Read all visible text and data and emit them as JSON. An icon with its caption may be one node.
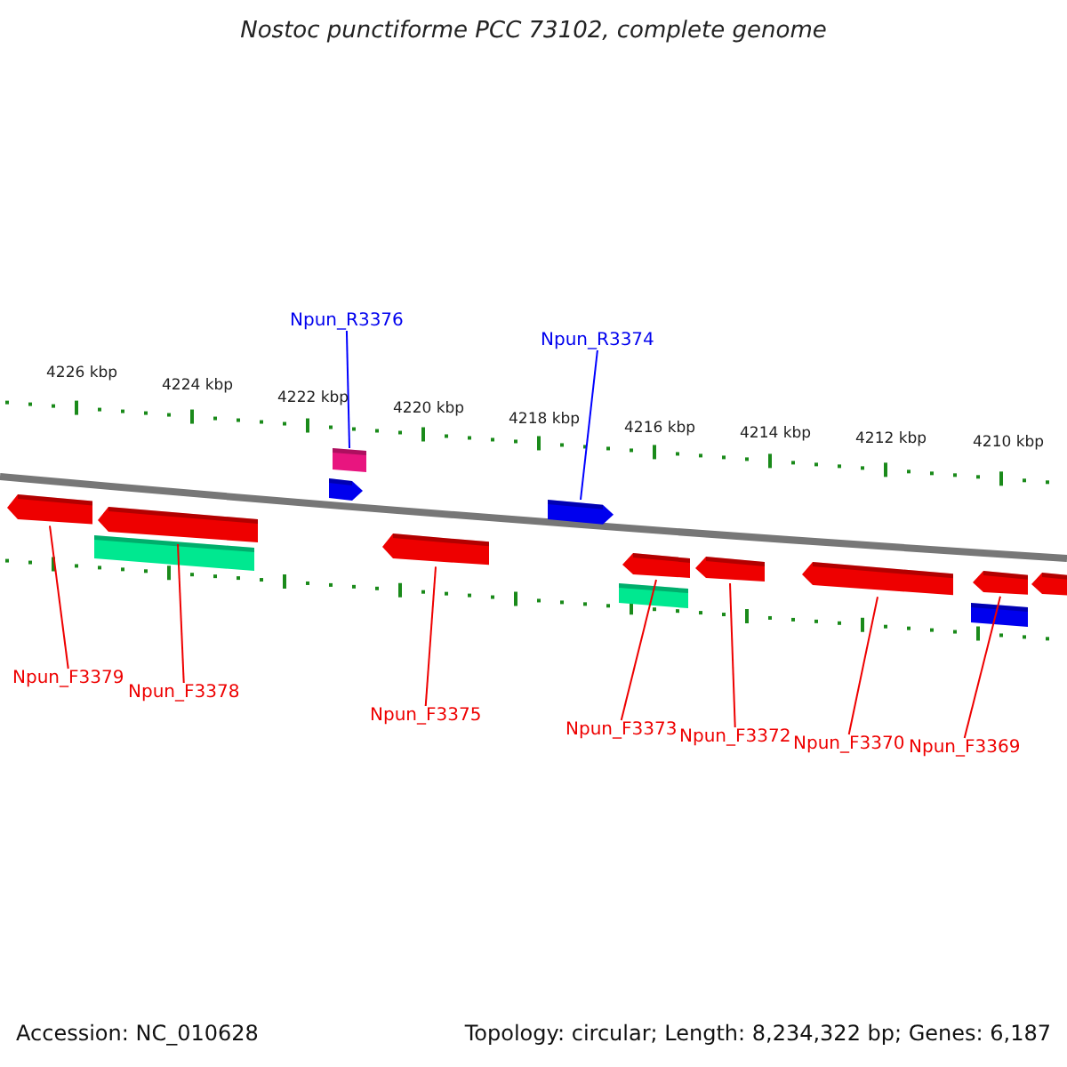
{
  "diagram": {
    "title": "Nostoc punctiforme PCC 73102, complete genome",
    "nodes": [
      {
        "text": [
          "Npun_R3376"
        ]
      },
      {
        "text": [
          "Npun_R3374"
        ]
      },
      {
        "text": [],
        "shape": "arrow"
      },
      {
        "text": [],
        "shape": "arrow"
      },
      {
        "text": [],
        "shape": "bar"
      },
      {
        "text": [],
        "shape": "bar"
      },
      {
        "text": [],
        "shape": "arrow"
      },
      {
        "text": [],
        "shape": "arrow"
      },
      {
        "text": [],
        "shape": "arrow"
      },
      {
        "text": [],
        "shape": "arrow"
      },
      {
        "text": [],
        "shape": "bar"
      },
      {
        "text": [],
        "shape": "arrow"
      },
      {
        "text": [],
        "shape": "arrow"
      },
      {
        "text": [],
        "shape": "arrow"
      },
      {
        "text": [],
        "shape": "bar"
      },
      {
        "text": [],
        "shape": "arrow"
      },
      {
        "text": [
          "Npun_F3379"
        ]
      },
      {
        "text": [
          "Npun_F3378"
        ]
      },
      {
        "text": [
          "Npun_F3375"
        ]
      },
      {
        "text": [
          "Npun_F3373"
        ]
      },
      {
        "text": [
          "Npun_F3372"
        ]
      },
      {
        "text": [
          "Npun_F3370"
        ]
      },
      {
        "text": [
          "Npun_F3369"
        ]
      }
    ],
    "edges": [
      {
        "from": 0,
        "to": 5,
        "arrow": "none",
        "color": "#0000ff"
      },
      {
        "from": 1,
        "to": 8,
        "arrow": "none",
        "color": "#0000ff"
      },
      {
        "from": 16,
        "to": 2,
        "arrow": "none"
      },
      {
        "from": 17,
        "to": 3,
        "arrow": "none"
      },
      {
        "from": 18,
        "to": 7,
        "arrow": "none"
      },
      {
        "from": 19,
        "to": 9,
        "arrow": "none"
      },
      {
        "from": 20,
        "to": 11,
        "arrow": "none"
      },
      {
        "from": 21,
        "to": 12,
        "arrow": "none"
      },
      {
        "from": 22,
        "to": 13,
        "arrow": "none"
      }
    ],
    "labels": [
      "4226 kbp",
      "4224 kbp",
      "4222 kbp",
      "4220 kbp",
      "4218 kbp",
      "4216 kbp",
      "4214 kbp",
      "4212 kbp",
      "4210 kbp",
      "Accession: NC_010628",
      "Topology: circular; Length: 8,234,322 bp; Genes: 6,187"
    ]
  }
}
